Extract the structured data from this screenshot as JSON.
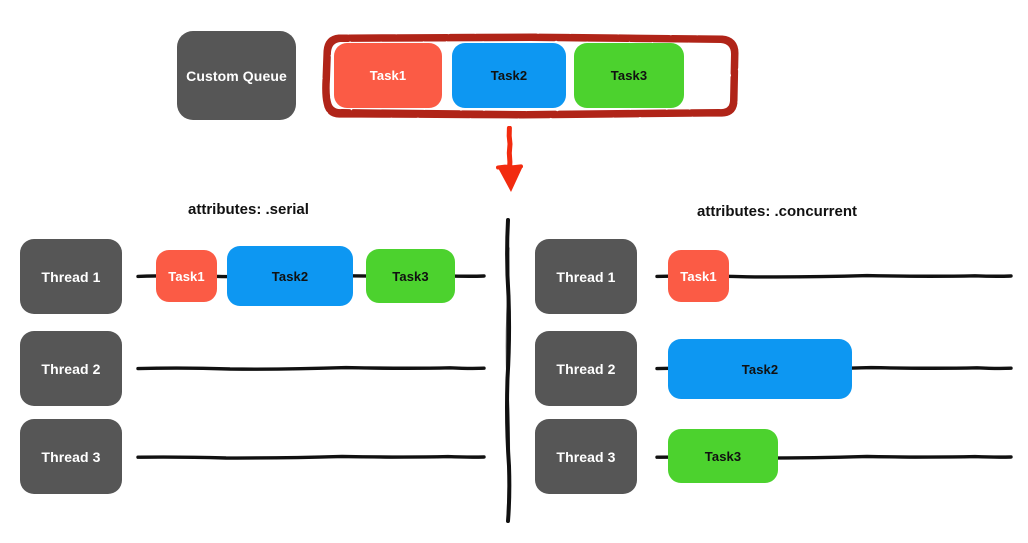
{
  "diagram": {
    "title_elements": {
      "serial_caption": "attributes: .serial",
      "concurrent_caption": "attributes: .concurrent"
    },
    "colors": {
      "task1": "#FB5B45",
      "task2": "#0D97F2",
      "task3": "#4CD22E",
      "box_gray": "#565656",
      "queue_outline_red": "#B02418",
      "arrow_red": "#F22B0F",
      "line_black": "#111111",
      "background": "#FFFFFF"
    },
    "queue": {
      "label": "Custom Queue",
      "tasks": [
        {
          "label": "Task1",
          "color_key": "task1"
        },
        {
          "label": "Task2",
          "color_key": "task2"
        },
        {
          "label": "Task3",
          "color_key": "task3"
        }
      ],
      "has_empty_slot": true
    },
    "serial_panel": {
      "caption": "attributes: .serial",
      "threads": [
        {
          "label": "Thread 1",
          "tasks": [
            {
              "label": "Task1",
              "color_key": "task1"
            },
            {
              "label": "Task2",
              "color_key": "task2"
            },
            {
              "label": "Task3",
              "color_key": "task3"
            }
          ]
        },
        {
          "label": "Thread 2",
          "tasks": []
        },
        {
          "label": "Thread 3",
          "tasks": []
        }
      ]
    },
    "concurrent_panel": {
      "caption": "attributes: .concurrent",
      "threads": [
        {
          "label": "Thread 1",
          "tasks": [
            {
              "label": "Task1",
              "color_key": "task1"
            }
          ]
        },
        {
          "label": "Thread 2",
          "tasks": [
            {
              "label": "Task2",
              "color_key": "task2"
            }
          ]
        },
        {
          "label": "Thread 3",
          "tasks": [
            {
              "label": "Task3",
              "color_key": "task3"
            }
          ]
        }
      ]
    },
    "arrow": {
      "direction": "down",
      "name": "dispatch-arrow"
    },
    "divider": {
      "orientation": "vertical",
      "name": "panel-divider"
    }
  }
}
